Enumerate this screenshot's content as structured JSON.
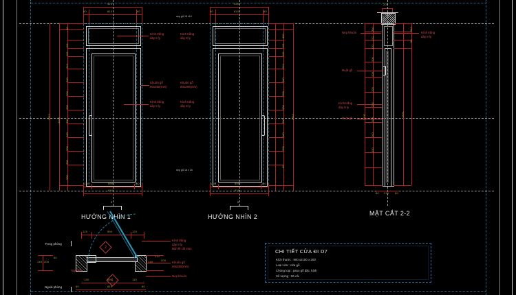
{
  "drawing": {
    "background_color": "#000000",
    "views": [
      {
        "id": "view1",
        "title": "HƯỚNG NHÌN 1"
      },
      {
        "id": "view2",
        "title": "HƯỚNG NHÌN 2"
      },
      {
        "id": "section",
        "title": "MẶT CẮT 2-2"
      }
    ]
  },
  "title_block": {
    "heading": "CHI TIẾT CỬA ĐI D7",
    "rows": [
      "Kích thước : 900 x2100 x 200",
      "Loại cửa    : cửa gỗ",
      "Chủng loại : pano gỗ đặc, kính",
      "Số lượng    : 06 cái"
    ]
  },
  "annotations": {
    "glass": "Kính trắng\ndày 8 ly",
    "glass_l1": "Kính trắng",
    "glass_l2": "dày 8 ly",
    "frame_l1": "Khuôn gỗ",
    "frame_l2": "60x280(mm)",
    "nep_khuon": "Nẹp khuôn",
    "ruot_go": "Ruột gỗ",
    "nep_go": "nẹp gỗ 15 x15",
    "nep_go_bottom": "nẹp gỗ 15 x 15",
    "trong_phong": "Trong phòng",
    "ngoai_phong": "Ngoài phòng",
    "tay_nam": "Tay nắm",
    "ban_le": "Bản lề cối inox"
  },
  "markers": {
    "one": "1",
    "two": "2"
  },
  "dimensions": {
    "view1_top_overall": "920",
    "view1_top_inner": "810",
    "view1_top_edge_l": "60",
    "view1_top_edge_r": "60",
    "view1_bottom_a": "130",
    "view1_bottom_b": "590",
    "view1_bottom_c": "110",
    "view1_bottom_overall": "810",
    "view1_left": [
      "60",
      "360",
      "60",
      "110",
      "110",
      "210",
      "200",
      "200",
      "200",
      "200",
      "200",
      "200",
      "200",
      "200",
      "200",
      "60"
    ],
    "view1_left_total": "2310",
    "view1_left_sub": "2100",
    "view2_top_overall": "920",
    "view2_top_inner": "810",
    "view2_bottom_a": "130",
    "view2_bottom_b": "590",
    "view2_bottom_c": "110",
    "view2_right": [
      "60",
      "360",
      "60",
      "110",
      "110",
      "210",
      "200",
      "200",
      "200",
      "200",
      "200",
      "200",
      "60"
    ],
    "section_top": "200",
    "section_right_total": "1920",
    "section_right_sub": "2100",
    "section_vals": [
      "60",
      "240",
      "60",
      "120",
      "120",
      "200",
      "200",
      "200",
      "200",
      "200",
      "200",
      "200"
    ],
    "plan_top": [
      "60",
      "120",
      "590",
      "120",
      "60"
    ],
    "plan_bottom": [
      "130",
      "590",
      "110"
    ],
    "plan_bottom_overall": "810",
    "plan_left": [
      "140",
      "200",
      "60"
    ],
    "plan_right": [
      "140",
      "110",
      "200",
      "200"
    ],
    "section_bottom": [
      "60",
      "210",
      "60"
    ]
  },
  "section_marks": {
    "two_top": "2",
    "two_bottom": "2"
  }
}
